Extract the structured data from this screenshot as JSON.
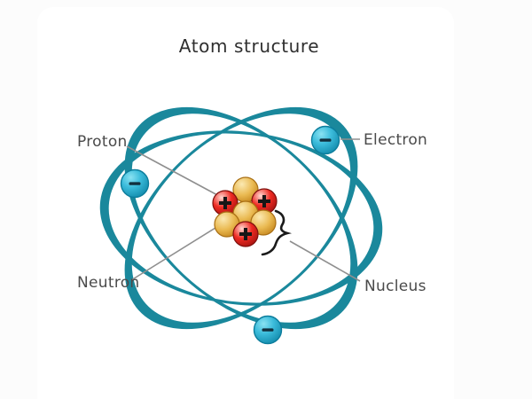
{
  "title": "Atom structure",
  "labels": {
    "proton": "Proton",
    "electron": "Electron",
    "neutron": "Neutron",
    "nucleus": "Nucleus"
  },
  "particles": {
    "protons": {
      "count": 3,
      "symbol": "+",
      "color": "#e8241f"
    },
    "neutrons": {
      "count": 4,
      "symbol": "",
      "color": "#eaba52"
    },
    "electrons": {
      "count": 3,
      "symbol": "-",
      "color": "#35b5d6"
    }
  },
  "colors": {
    "orbit": "#1a889c",
    "line": "#8f8f8f",
    "label_text": "#4a4a4a",
    "title_text": "#2f2f2f",
    "background": "#fcfcfc",
    "card": "#ffffff",
    "brace": "#1a1a1a",
    "plus_sign": "#161616",
    "minus_sign": "#12303e"
  }
}
